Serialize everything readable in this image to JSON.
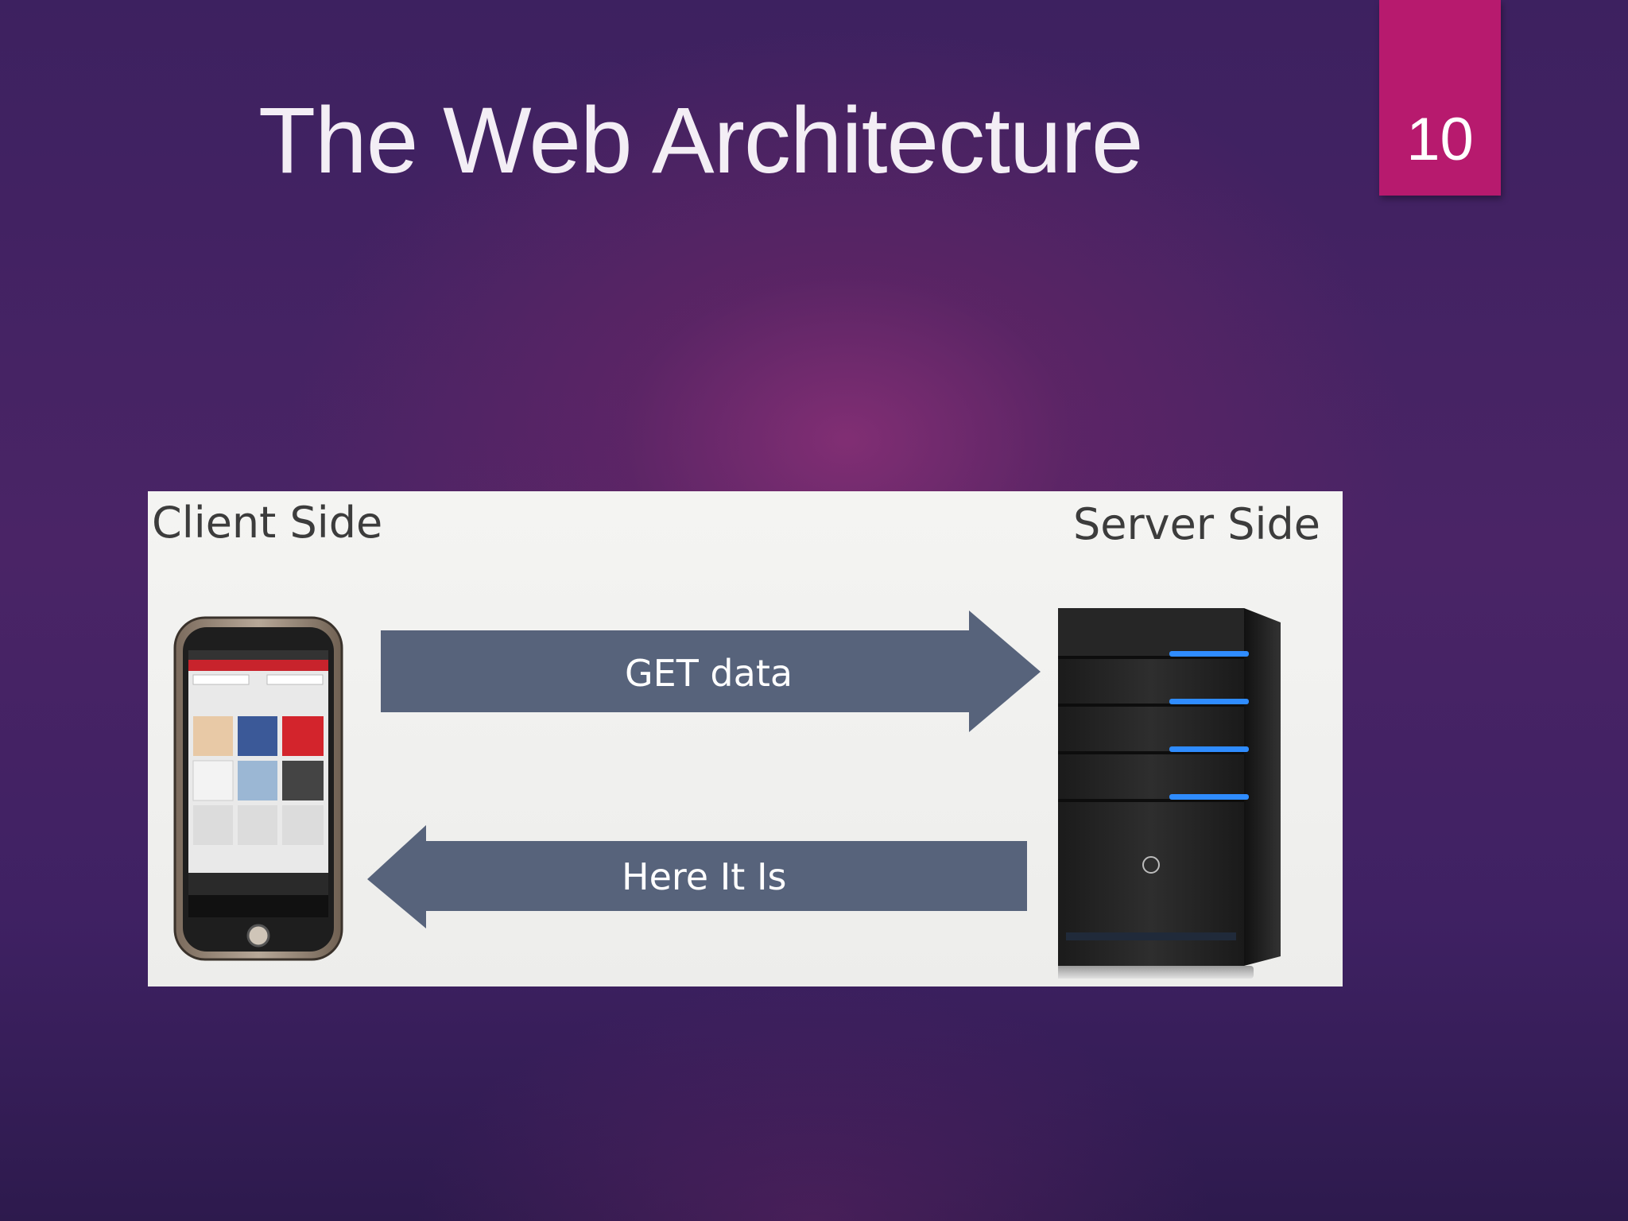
{
  "slide": {
    "title": "The Web Architecture",
    "page_number": "10"
  },
  "diagram": {
    "client_label": "Client Side",
    "server_label": "Server Side",
    "request_arrow_label": "GET data",
    "response_arrow_label": "Here It Is"
  },
  "colors": {
    "background": "#4a2466",
    "badge": "#b71a6e",
    "arrow": "#57637b",
    "server_led": "#2f8cff"
  }
}
